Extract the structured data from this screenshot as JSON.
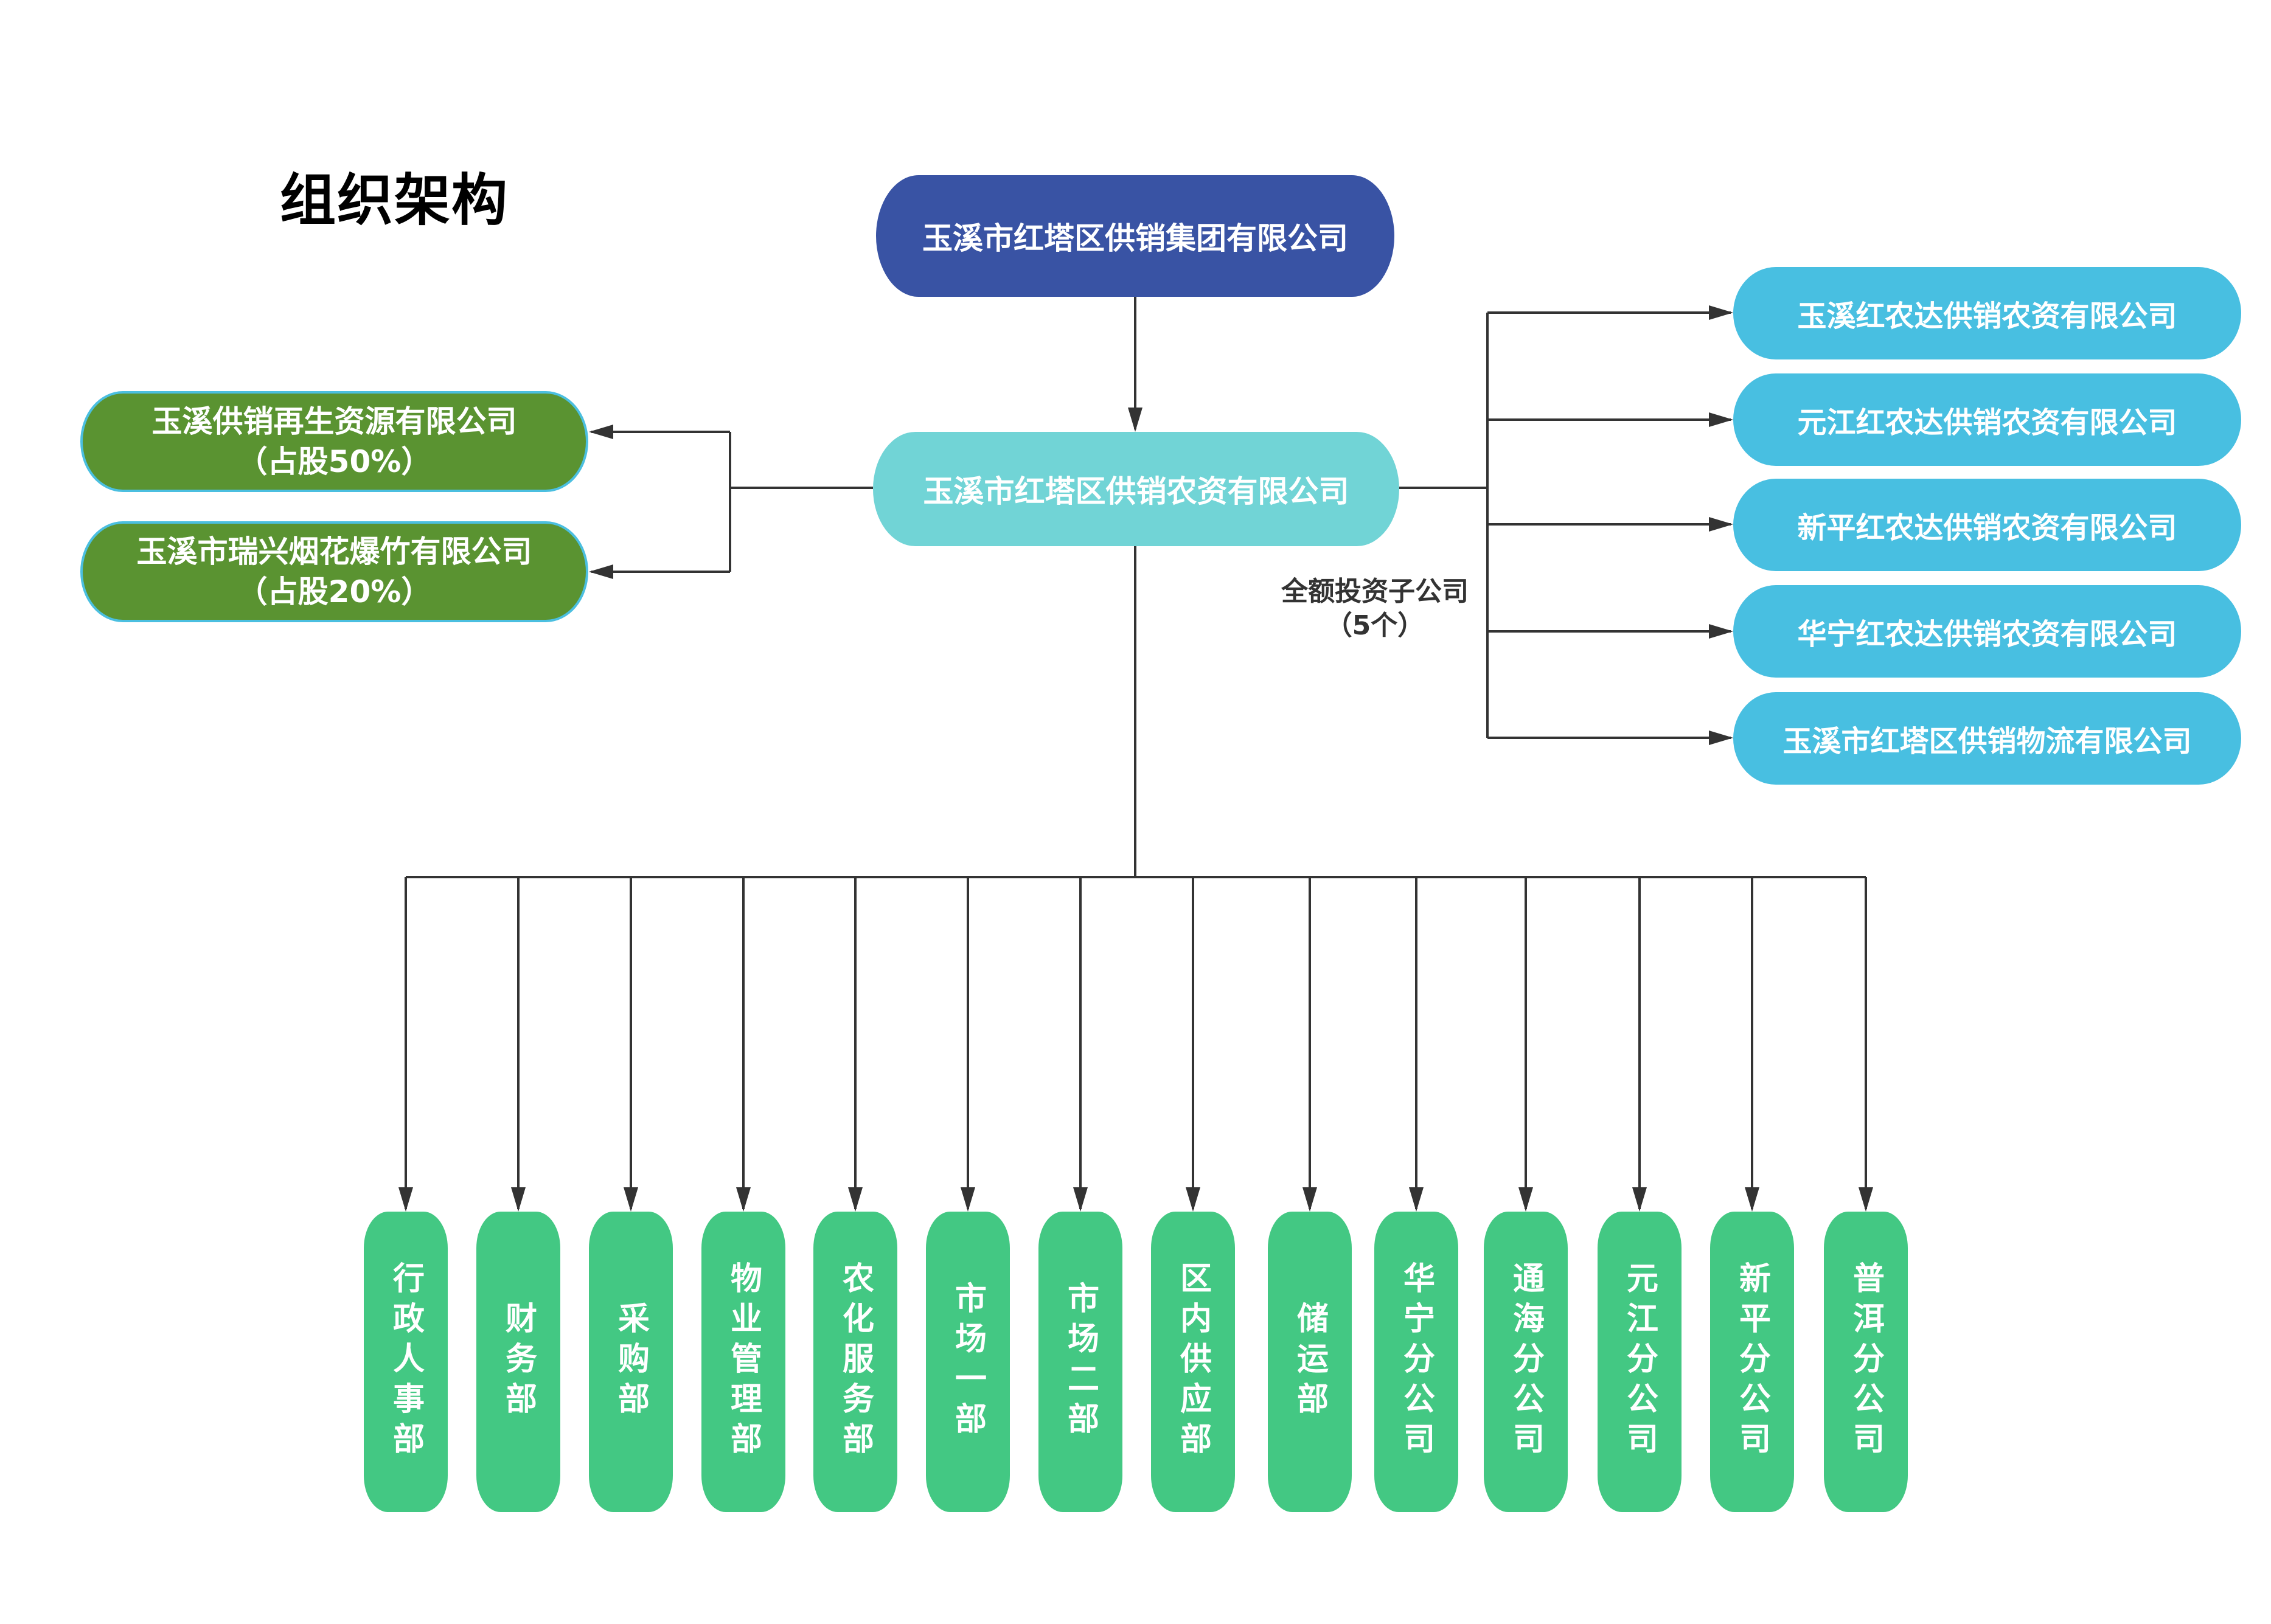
{
  "title": "组织架构",
  "root": {
    "label": "玉溪市红塔区供销集团有限公司",
    "color": "#3953a4"
  },
  "main": {
    "label": "玉溪市红塔区供销农资有限公司",
    "color": "#71d4d6"
  },
  "shareholdings": [
    {
      "name": "玉溪供销再生资源有限公司",
      "share": "（占股50%）"
    },
    {
      "name": "玉溪市瑞兴烟花爆竹有限公司",
      "share": "（占股20%）"
    }
  ],
  "subsidiary_note": {
    "line1": "全额投资子公司",
    "line2": "（5个）"
  },
  "subsidiaries": [
    "玉溪红农达供销农资有限公司",
    "元江红农达供销农资有限公司",
    "新平红农达供销农资有限公司",
    "华宁红农达供销农资有限公司",
    "玉溪市红塔区供销物流有限公司"
  ],
  "departments": [
    "行政人事部",
    "财务部",
    "采购部",
    "物业管理部",
    "农化服务部",
    "市场一部",
    "市场二部",
    "区内供应部",
    "储运部",
    "华宁分公司",
    "通海分公司",
    "元江分公司",
    "新平分公司",
    "普洱分公司"
  ],
  "colors": {
    "shareholding_fill": "#5a9331",
    "subsidiary_fill": "#48bfe1",
    "department_fill": "#43c883",
    "connector": "#333333"
  }
}
